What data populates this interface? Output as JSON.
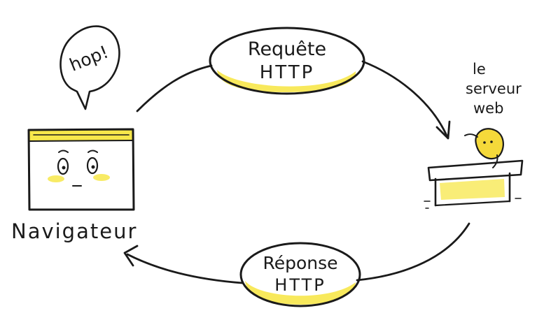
{
  "colors": {
    "ink": "#1a1a1a",
    "highlight": "#f7e74a",
    "paper": "#ffffff"
  },
  "browser": {
    "label": "Navigateur",
    "speech": "hop!"
  },
  "server": {
    "label_lines": [
      "le",
      "serveur",
      "web"
    ]
  },
  "request": {
    "label_lines": [
      "Requête",
      "HTTP"
    ]
  },
  "response": {
    "label_lines": [
      "Réponse",
      "HTTP"
    ]
  },
  "icons": [
    "browser-window-icon",
    "smiling-face-icon",
    "speech-bubble-icon",
    "server-desk-icon",
    "server-character-icon",
    "arrow-icon"
  ]
}
